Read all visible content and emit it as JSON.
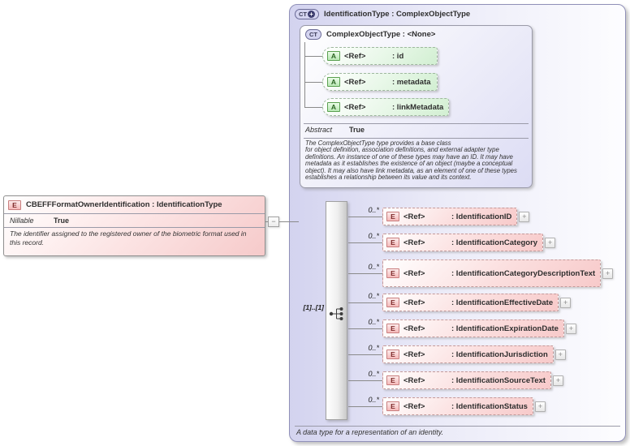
{
  "icons": {
    "element": "E",
    "attribute": "A",
    "complex_type": "CT",
    "plus_badge": "+",
    "expand": "+",
    "collapse": "−"
  },
  "left_element": {
    "title": "CBEFFFormatOwnerIdentification : IdentificationType",
    "property_label": "Nillable",
    "property_value": "True",
    "description": "The identifier assigned to the registered owner of the biometric format used in this record."
  },
  "type_box": {
    "title": "IdentificationType : ComplexObjectType",
    "footer": "A data type for a representation of an identity.",
    "base_type": {
      "title": "ComplexObjectType : <None>",
      "attributes": [
        {
          "ref": "<Ref>",
          "name": ": id"
        },
        {
          "ref": "<Ref>",
          "name": ": metadata"
        },
        {
          "ref": "<Ref>",
          "name": ": linkMetadata"
        }
      ],
      "property_label": "Abstract",
      "property_value": "True",
      "description": "The ComplexObjectType type provides a base class\nfor object definition, association definitions, and external adapter type definitions. An instance of one of these types may have an ID. It may have metadata as it establishes the existence of an object (maybe a conceptual object). It may also have link metadata, as an element of one of these types establishes a relationship between its value and its context."
    },
    "sequence": {
      "cardinality": "[1]..[1]"
    },
    "elements": [
      {
        "cardinality": "0..*",
        "ref": "<Ref>",
        "name": ": IdentificationID"
      },
      {
        "cardinality": "0..*",
        "ref": "<Ref>",
        "name": ": IdentificationCategory"
      },
      {
        "cardinality": "0..*",
        "ref": "<Ref>",
        "name": ": IdentificationCategoryDescriptionText"
      },
      {
        "cardinality": "0..*",
        "ref": "<Ref>",
        "name": ": IdentificationEffectiveDate"
      },
      {
        "cardinality": "0..*",
        "ref": "<Ref>",
        "name": ": IdentificationExpirationDate"
      },
      {
        "cardinality": "0..*",
        "ref": "<Ref>",
        "name": ": IdentificationJurisdiction"
      },
      {
        "cardinality": "0..*",
        "ref": "<Ref>",
        "name": ": IdentificationSourceText"
      },
      {
        "cardinality": "0..*",
        "ref": "<Ref>",
        "name": ": IdentificationStatus"
      }
    ]
  },
  "colors": {
    "element_fill": "#f7caca",
    "attribute_fill": "#d2efd2",
    "type_fill": "#d3d3ef",
    "border_gray": "#9a9aa8"
  }
}
